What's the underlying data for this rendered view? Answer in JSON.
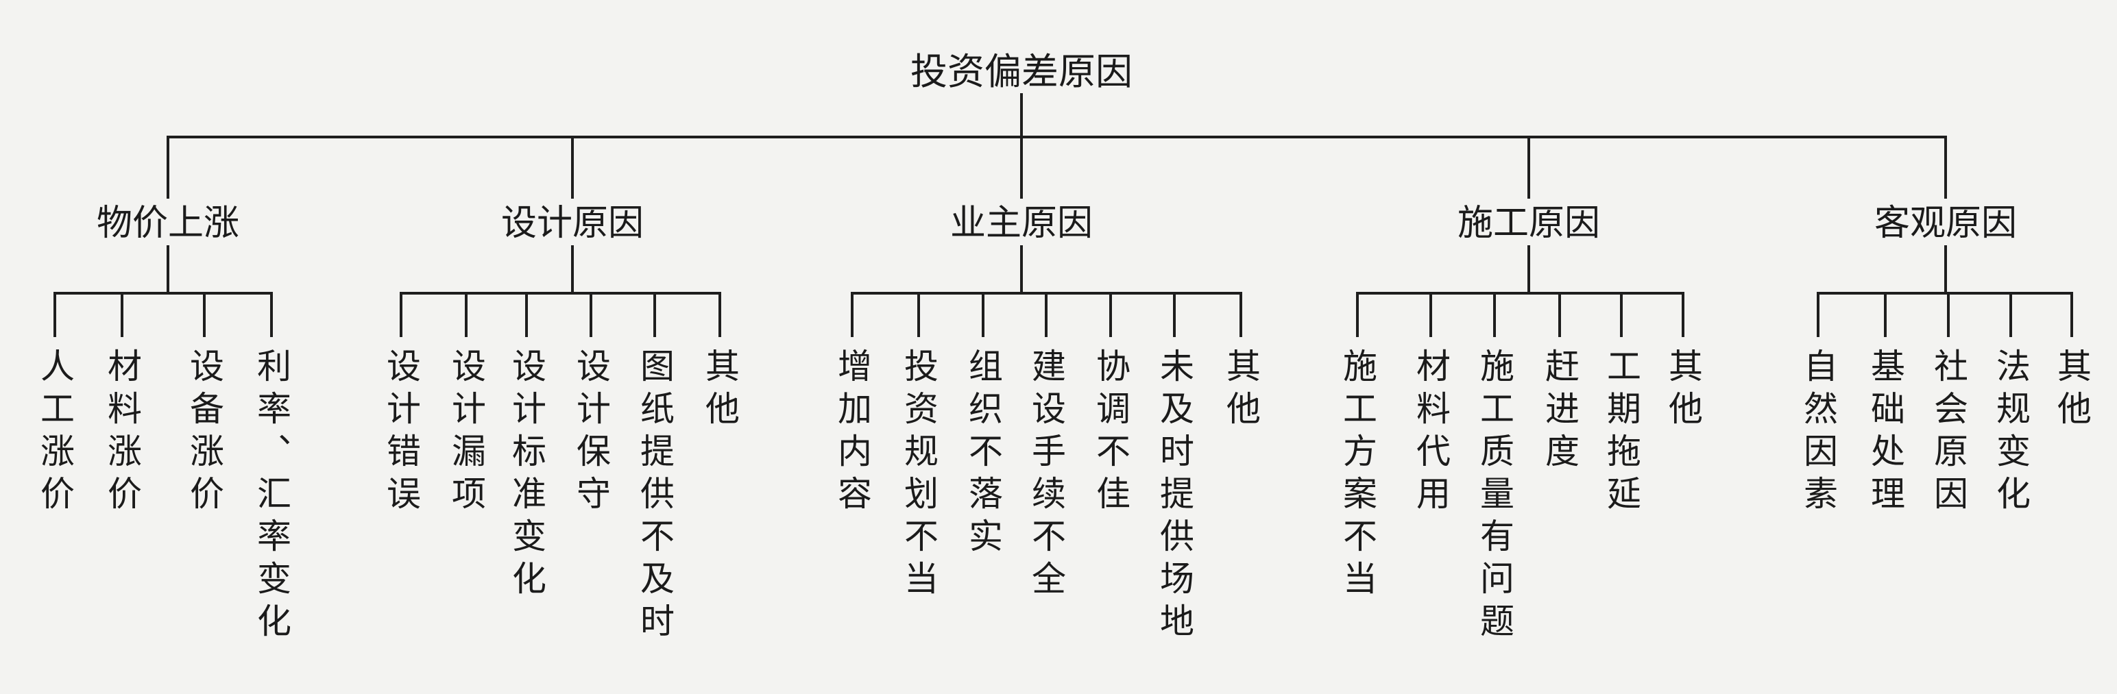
{
  "diagram": {
    "root": "投资偏差原因",
    "categories": [
      {
        "label": "物价上涨",
        "children": [
          "人工涨价",
          "材料涨价",
          "设备涨价",
          "利率、汇率变化"
        ]
      },
      {
        "label": "设计原因",
        "children": [
          "设计错误",
          "设计漏项",
          "设计标准变化",
          "设计保守",
          "图纸提供不及时",
          "其他"
        ]
      },
      {
        "label": "业主原因",
        "children": [
          "增加内容",
          "投资规划不当",
          "组织不落实",
          "建设手续不全",
          "协调不佳",
          "未及时提供场地",
          "其他"
        ]
      },
      {
        "label": "施工原因",
        "children": [
          "施工方案不当",
          "材料代用",
          "施工质量有问题",
          "赶进度",
          "工期拖延",
          "其他"
        ]
      },
      {
        "label": "客观原因",
        "children": [
          "自然因素",
          "基础处理",
          "社会原因",
          "法规变化",
          "其他"
        ]
      }
    ]
  },
  "colors": {
    "line": "#1e1e1e",
    "text": "#1b1b1b",
    "background": "#f3f3f1"
  }
}
